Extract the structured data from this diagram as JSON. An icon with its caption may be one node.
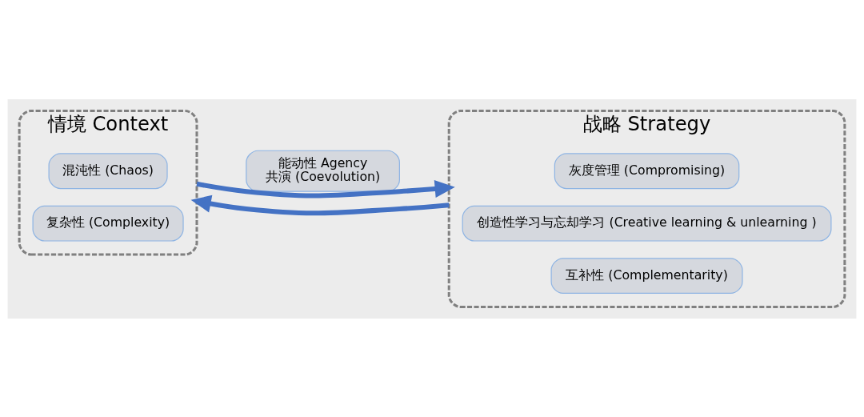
{
  "diagram": {
    "nodes": [
      {
        "text": [
          "情境 Context"
        ]
      },
      {
        "text": [
          "混沌性 (Chaos)"
        ],
        "in": 0
      },
      {
        "text": [
          "复杂性 (Complexity)"
        ],
        "in": 0
      },
      {
        "text": [
          "能动性 Agency",
          "共演 (Coevolution)"
        ]
      },
      {
        "text": [
          "战略 Strategy"
        ]
      },
      {
        "text": [
          "灰度管理 (Compromising)"
        ],
        "in": 4
      },
      {
        "text": [
          "创造性学习与忘却学习 (Creative learning & unlearning )"
        ],
        "in": 4
      },
      {
        "text": [
          "互补性 (Complementarity)"
        ],
        "in": 4
      }
    ],
    "edges": [
      {
        "from": 4,
        "to": 0,
        "arrow": "to"
      },
      {
        "from": 0,
        "to": 4,
        "arrow": "to"
      }
    ]
  }
}
